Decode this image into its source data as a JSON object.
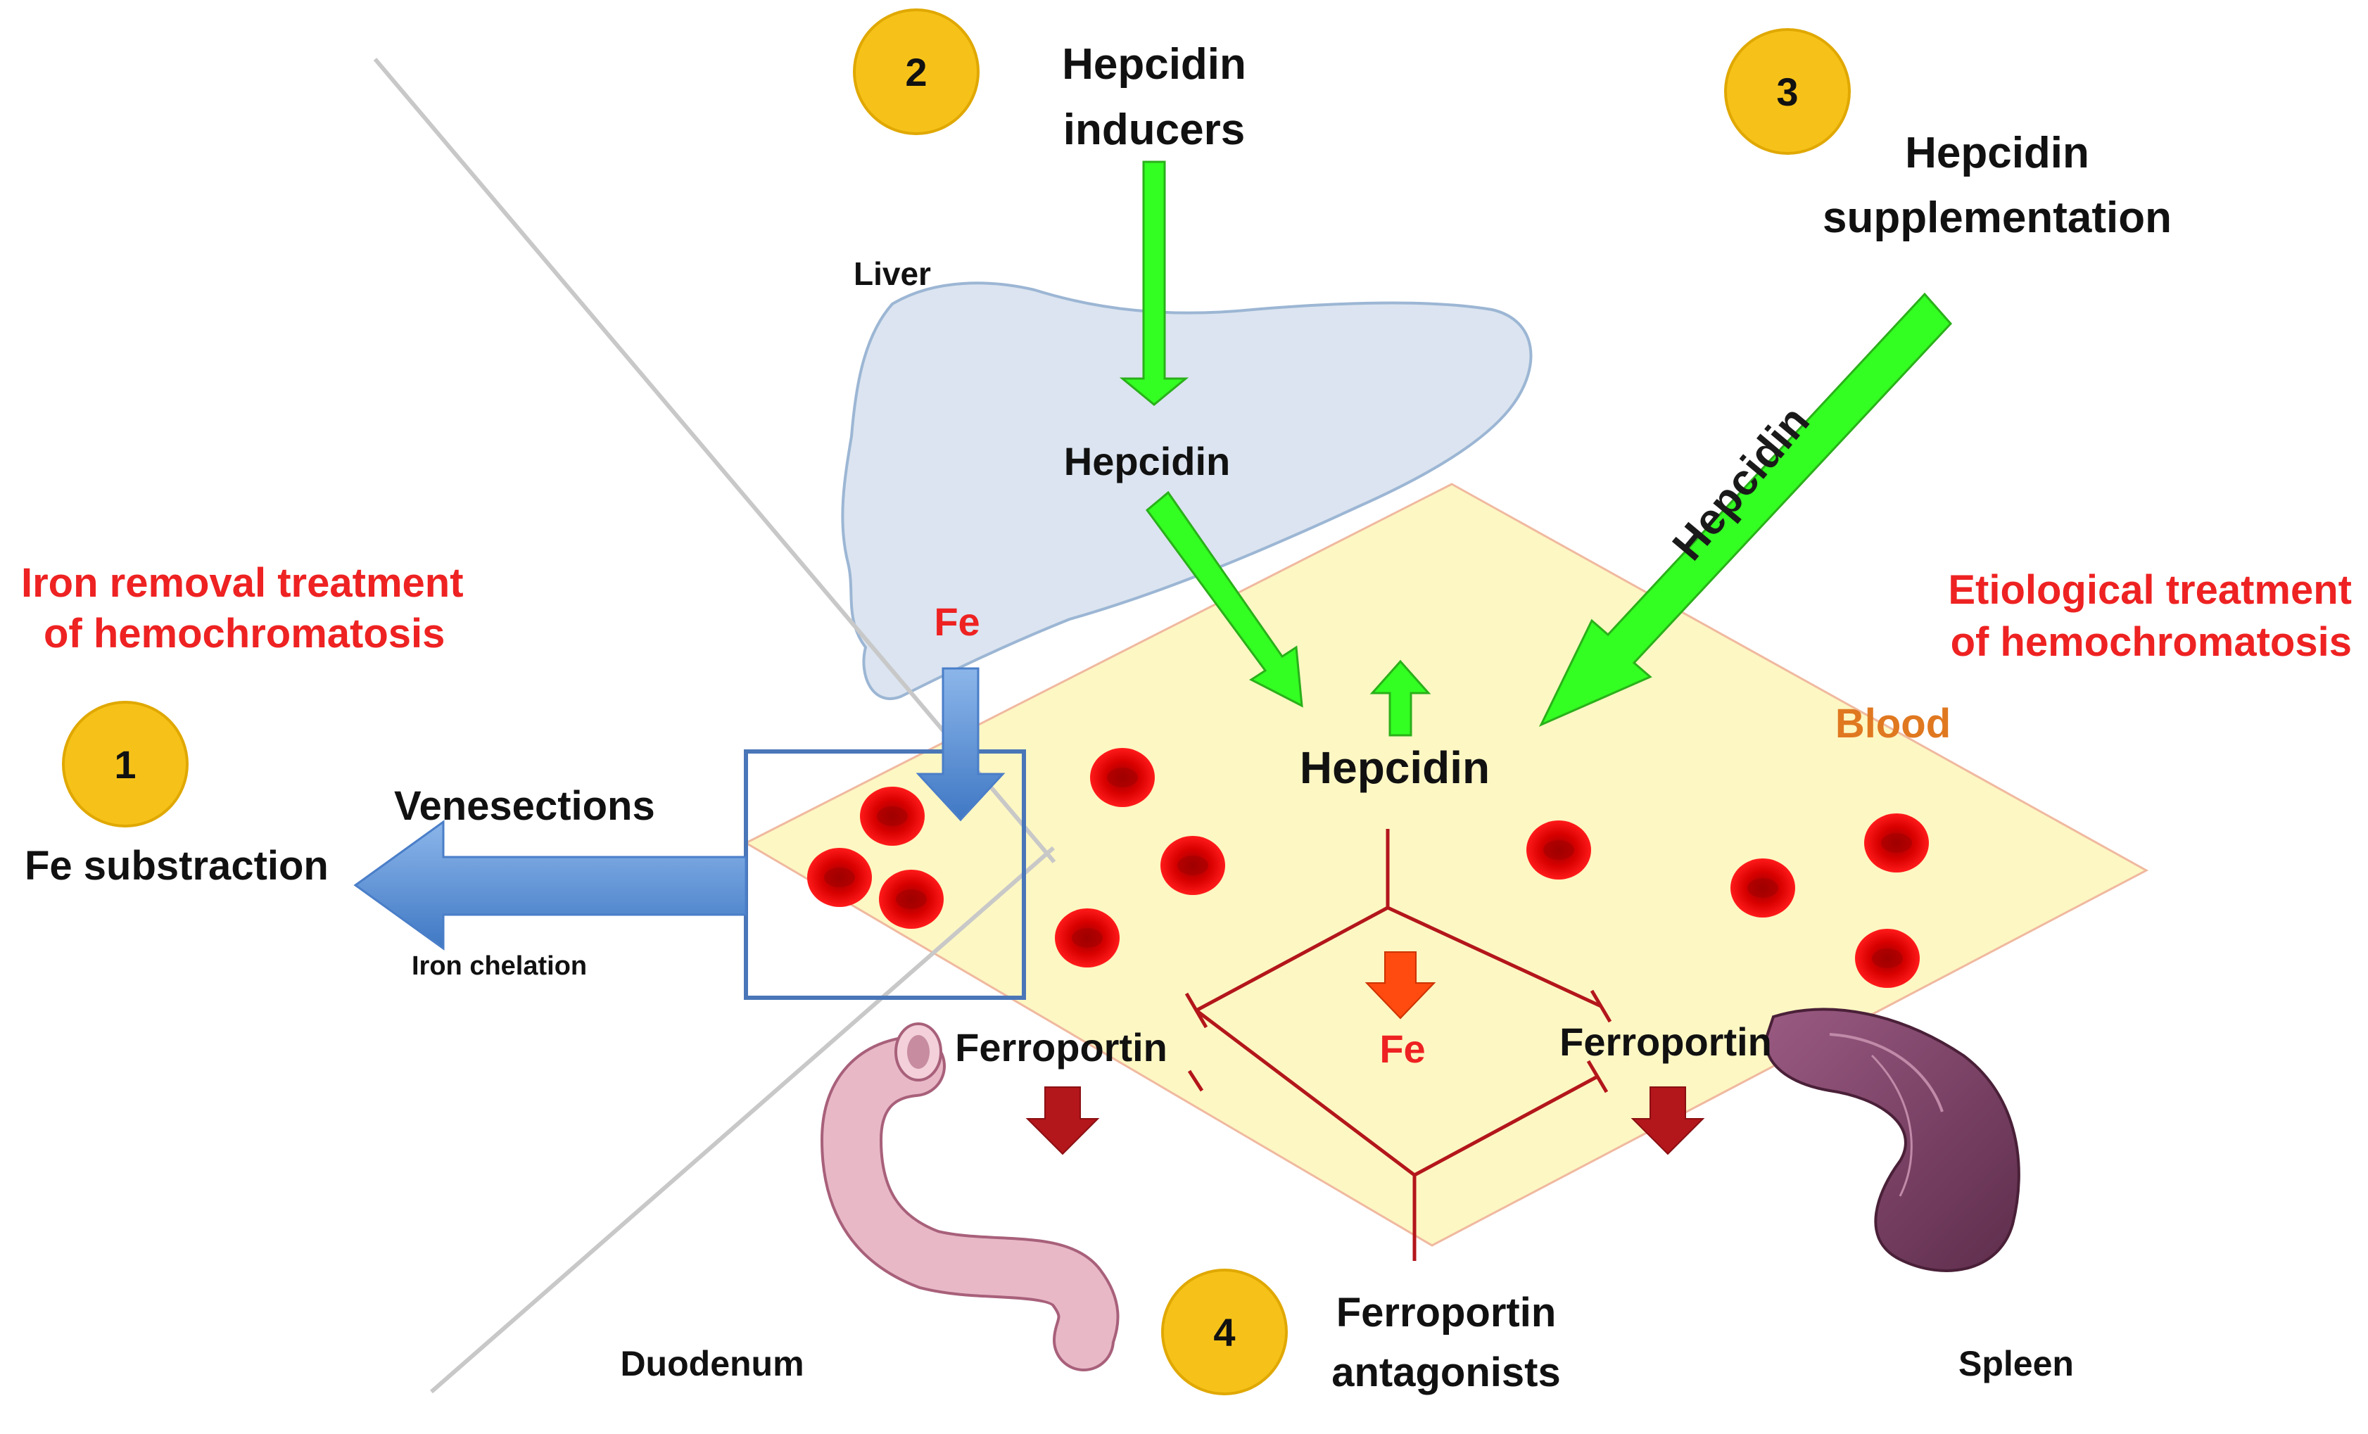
{
  "colors": {
    "red_label": "#ee2222",
    "blood_label": "#e07820",
    "badge": "#f6c21a",
    "badge_stroke": "#e0a800",
    "green_arrow": "#33ff22",
    "blue_arrow": "#5b93d6",
    "dark_red": "#b3161b",
    "blood_plane": "#fdf7c3",
    "liver": "#dbe4f0",
    "rbc": "#e80000",
    "text": "#111111"
  },
  "left_panel": {
    "title_line1": "Iron removal treatment",
    "title_line2": "of hemochromatosis",
    "badge": "1",
    "fe_substraction": "Fe substraction",
    "venesections": "Venesections",
    "iron_chelation": "Iron chelation"
  },
  "right_panel": {
    "title_line1": "Etiological treatment",
    "title_line2": "of hemochromatosis"
  },
  "inducers": {
    "badge": "2",
    "line1": "Hepcidin",
    "line2": "inducers"
  },
  "supplementation": {
    "badge": "3",
    "line1": "Hepcidin",
    "line2": "supplementation",
    "arrow_label": "Hepcidin"
  },
  "antagonists": {
    "badge": "4",
    "line1": "Ferroportin",
    "line2": "antagonists"
  },
  "organs": {
    "liver": "Liver",
    "duodenum": "Duodenum",
    "spleen": "Spleen",
    "blood": "Blood"
  },
  "labels": {
    "liver_hepcidin": "Hepcidin",
    "blood_hepcidin": "Hepcidin",
    "liver_fe": "Fe",
    "center_fe": "Fe",
    "ferroportin_left": "Ferroportin",
    "ferroportin_right": "Ferroportin"
  }
}
